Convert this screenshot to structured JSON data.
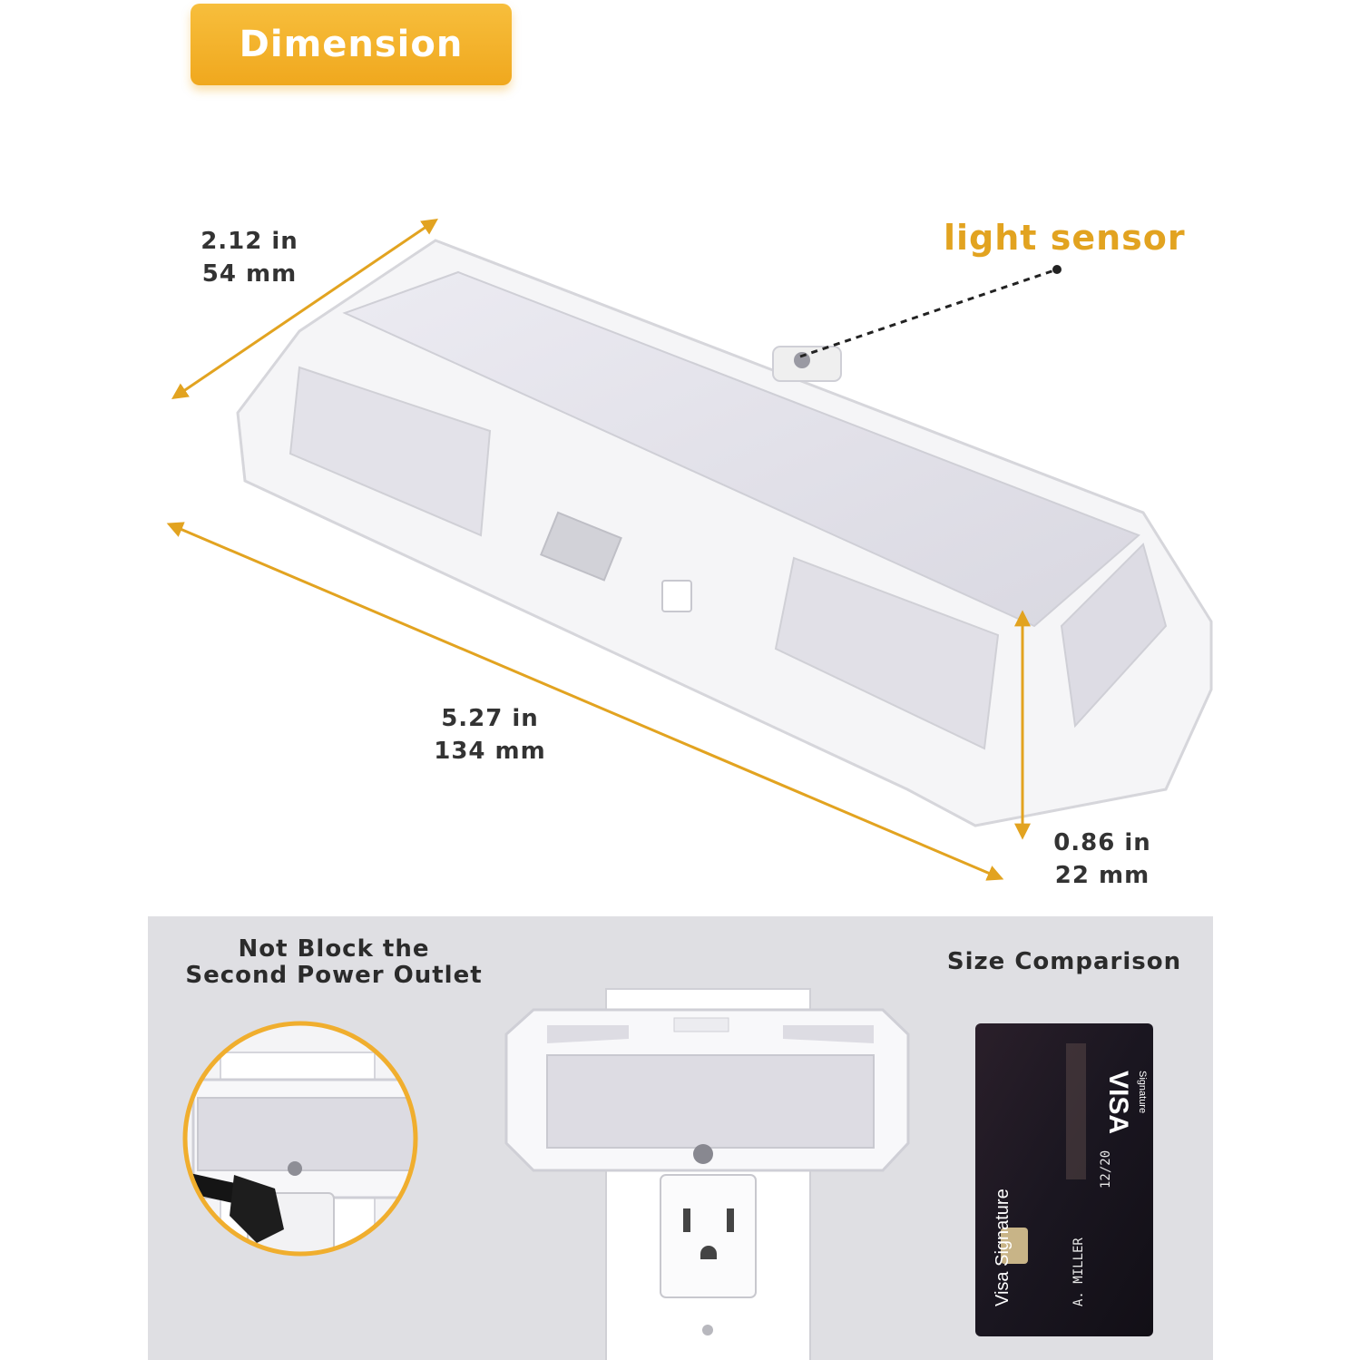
{
  "header": {
    "title": "Dimension"
  },
  "colors": {
    "accent": "#f0a81e",
    "arrow": "#e2a320",
    "panel": "#dfdfe3"
  },
  "dimensions": {
    "width": {
      "imperial": "2.12 in",
      "metric": "54 mm"
    },
    "length": {
      "imperial": "5.27 in",
      "metric": "134 mm"
    },
    "height": {
      "imperial": "0.86 in",
      "metric": "22 mm"
    }
  },
  "callout": {
    "light_sensor": "light sensor"
  },
  "panels": {
    "outlet_title_line1": "Not Block the",
    "outlet_title_line2": "Second Power Outlet",
    "comparison_title": "Size Comparison"
  },
  "card": {
    "brand": "VISA",
    "brand_sub": "Signature",
    "name_line": "Visa Signature",
    "expiry": "12/20",
    "holder": "A. MILLER"
  }
}
